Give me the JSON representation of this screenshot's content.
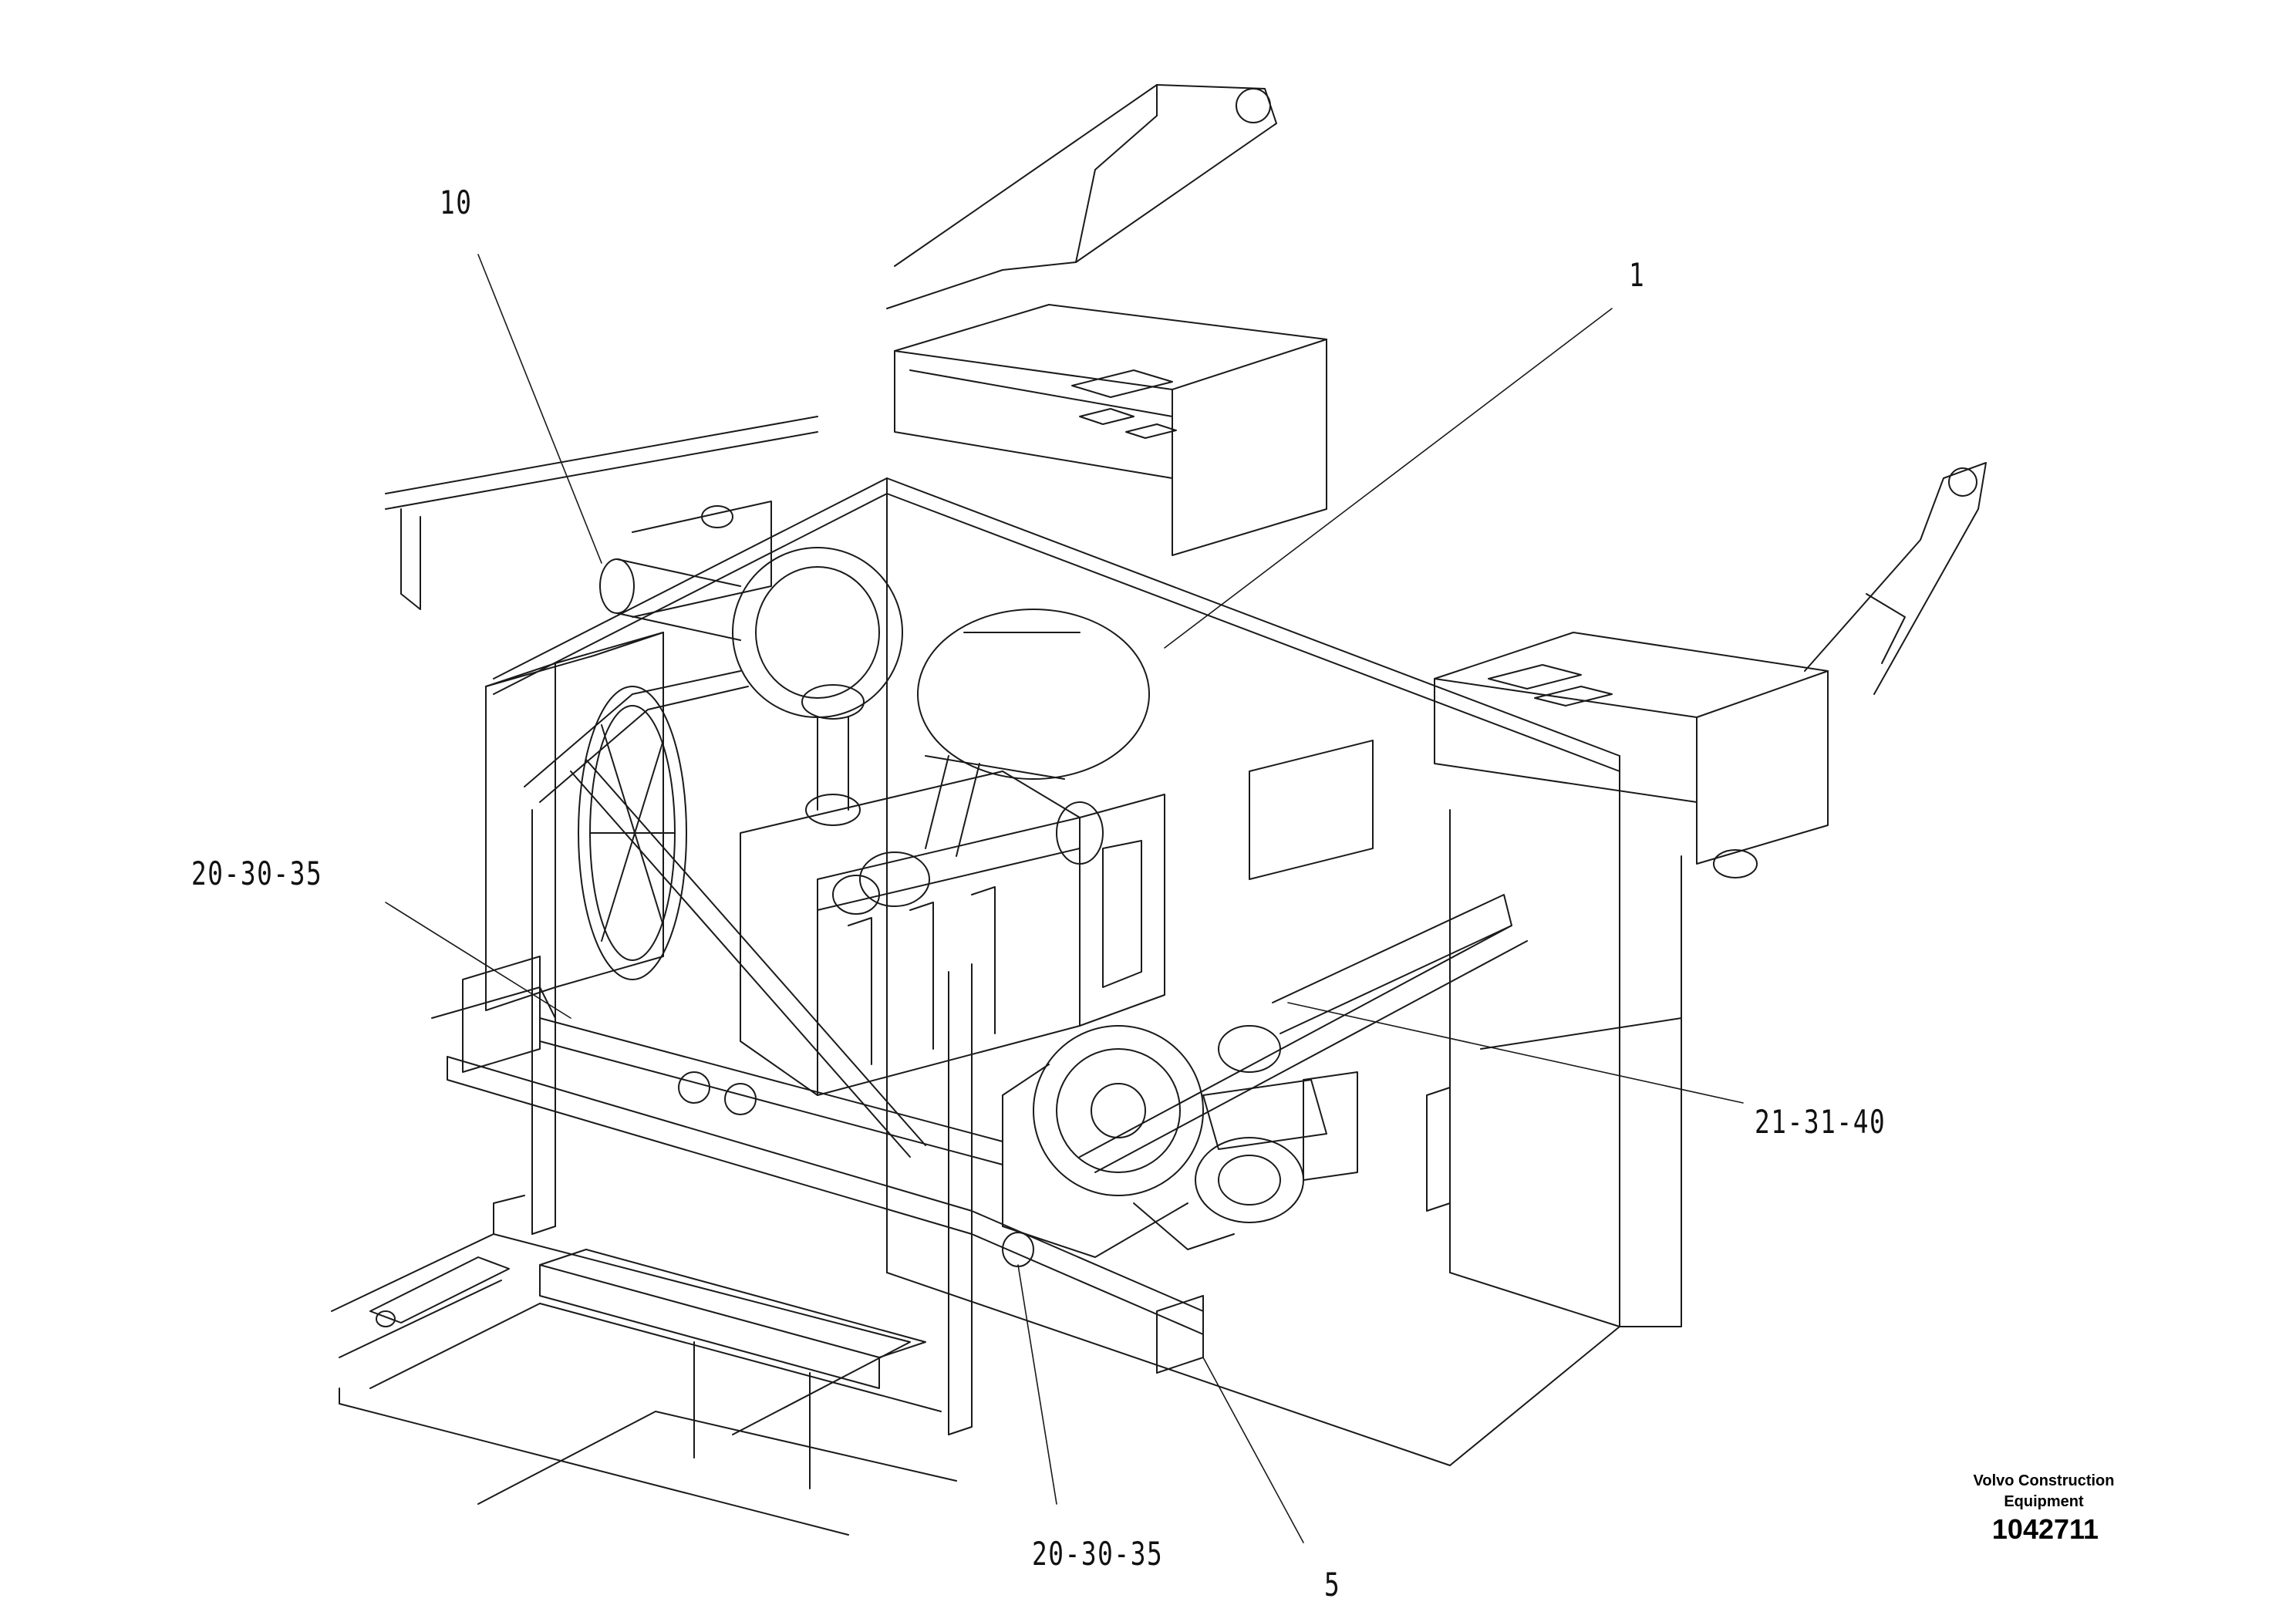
{
  "callouts": {
    "c10": "10",
    "c1": "1",
    "c2030a": "20-30-35",
    "c2131": "21-31-40",
    "c2030b": "20-30-35",
    "c5": "5"
  },
  "footer": {
    "publisher_line1": "Volvo Construction",
    "publisher_line2": "Equipment",
    "drawing_number": "1042711"
  },
  "colors": {
    "line": "#1a1a1a",
    "background": "#ffffff"
  }
}
